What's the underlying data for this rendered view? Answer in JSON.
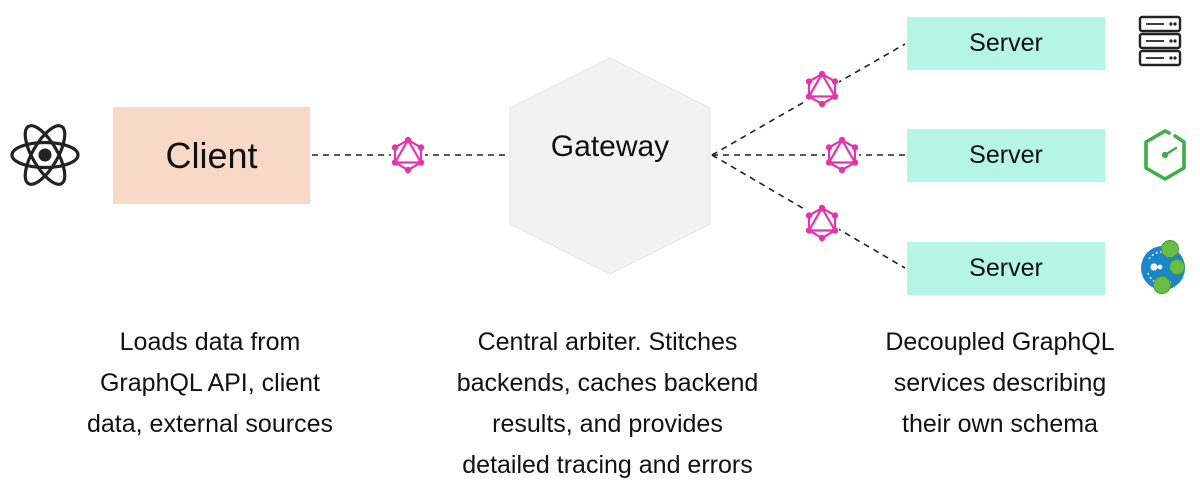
{
  "nodes": {
    "client": "Client",
    "gateway": "Gateway",
    "servers": [
      "Server",
      "Server",
      "Server"
    ]
  },
  "captions": {
    "client": "Loads data from GraphQL API, client data, external sources",
    "gateway": "Central arbiter. Stitches backends, caches backend results, and provides detailed tracing and errors",
    "servers": "Decoupled GraphQL services describing their own schema"
  },
  "caption_lines": {
    "client": [
      "Loads data from",
      "GraphQL API, client",
      "data, external sources"
    ],
    "gateway": [
      "Central arbiter. Stitches",
      "backends, caches backend",
      "results, and provides",
      "detailed tracing and errors"
    ],
    "servers": [
      "Decoupled GraphQL",
      "services describing",
      "their own schema"
    ]
  },
  "icons": {
    "client": "react-logo-icon",
    "connectors": "graphql-logo-icon",
    "server_1": "server-rack-icon",
    "server_2": "nodejs-hexagon-icon",
    "server_3": "neo4j-graph-icon"
  },
  "colors": {
    "client_fill": "#f8d9c8",
    "gateway_fill": "#f2f2f2",
    "server_fill": "#b5f5e6",
    "graphql": "#e535ab",
    "node_green": "#3fae48",
    "neo4j_blue": "#1b87c9",
    "neo4j_green": "#68bd45"
  }
}
